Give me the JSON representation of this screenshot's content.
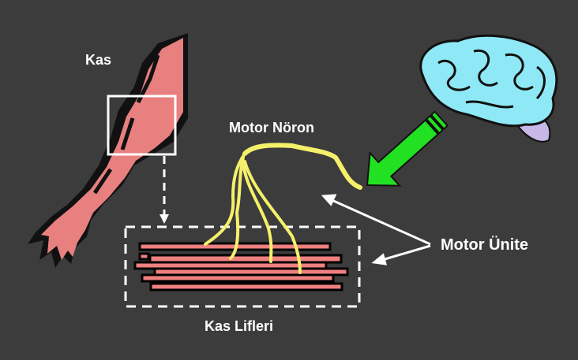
{
  "labels": {
    "muscle": "Kas",
    "motor_neuron": "Motor Nöron",
    "motor_unit": "Motor Ünite",
    "muscle_fibers": "Kas Lifleri"
  },
  "colors": {
    "background": "#3c3c3c",
    "fiber": "#f08080",
    "neuron": "#f5f06a",
    "signal_arrow": "#22e022",
    "brain": "#8fe8f5"
  }
}
